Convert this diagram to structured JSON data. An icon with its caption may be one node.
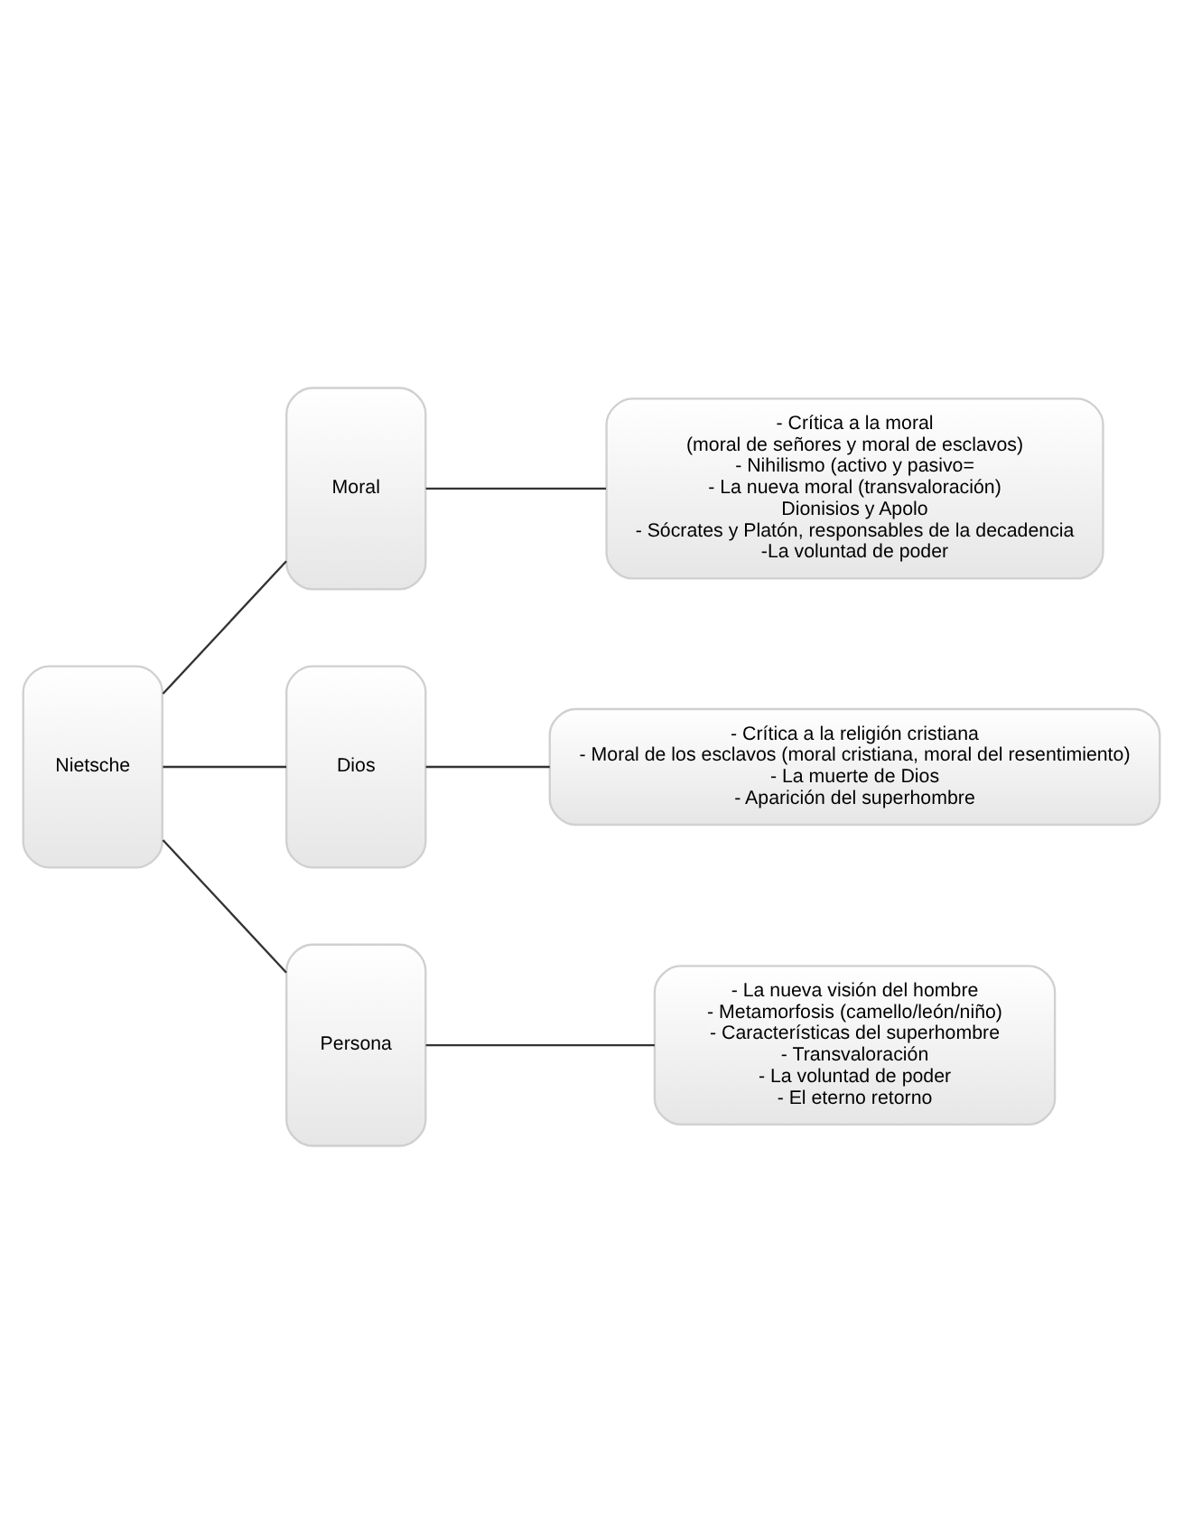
{
  "diagram": {
    "nodes": [
      {
        "text": [
          "Nietsche"
        ]
      },
      {
        "text": [
          "Moral"
        ]
      },
      {
        "text": [
          "Dios"
        ]
      },
      {
        "text": [
          "Persona"
        ]
      },
      {
        "text": [
          "- Crítica a la moral",
          "(moral de señores y moral de esclavos)",
          "- Nihilismo (activo y pasivo=",
          "- La nueva moral (transvaloración)",
          "Dionisios y Apolo",
          "- Sócrates y Platón, responsables de la decadencia",
          "-La voluntad de poder"
        ]
      },
      {
        "text": [
          "- Crítica a la religión cristiana",
          "- Moral de los esclavos (moral cristiana, moral del resentimiento)",
          "- La muerte de Dios",
          "- Aparición del superhombre"
        ]
      },
      {
        "text": [
          "- La nueva visión del hombre",
          "- Metamorfosis (camello/león/niño)",
          "- Características del superhombre",
          "- Transvaloración",
          "- La voluntad de poder",
          "- El eterno retorno"
        ]
      }
    ],
    "edges": [
      {
        "from": 0,
        "to": 1,
        "arrow": "none"
      },
      {
        "from": 0,
        "to": 2,
        "arrow": "none"
      },
      {
        "from": 0,
        "to": 3,
        "arrow": "none"
      },
      {
        "from": 1,
        "to": 4,
        "arrow": "none"
      },
      {
        "from": 2,
        "to": 5,
        "arrow": "none"
      },
      {
        "from": 3,
        "to": 6,
        "arrow": "none"
      }
    ]
  }
}
